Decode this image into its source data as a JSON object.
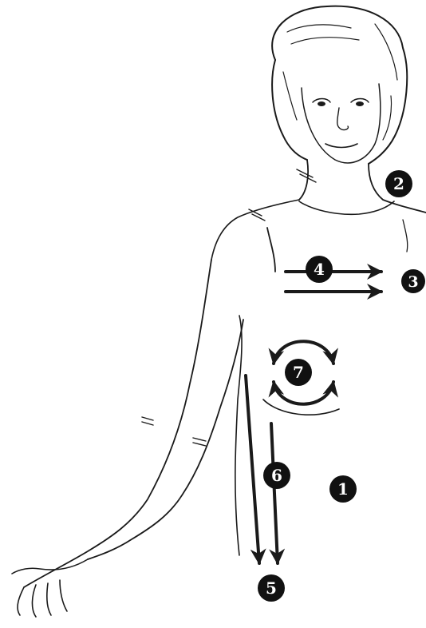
{
  "markers": [
    {
      "id": "1",
      "label": "1"
    },
    {
      "id": "2",
      "label": "2"
    },
    {
      "id": "3",
      "label": "3"
    },
    {
      "id": "4",
      "label": "4"
    },
    {
      "id": "5",
      "label": "5"
    },
    {
      "id": "6",
      "label": "6"
    },
    {
      "id": "7",
      "label": "7"
    }
  ],
  "colors": {
    "line": "#1a1a1a",
    "marker_fill": "#111111",
    "marker_text": "#ffffff",
    "background": "#ffffff"
  }
}
